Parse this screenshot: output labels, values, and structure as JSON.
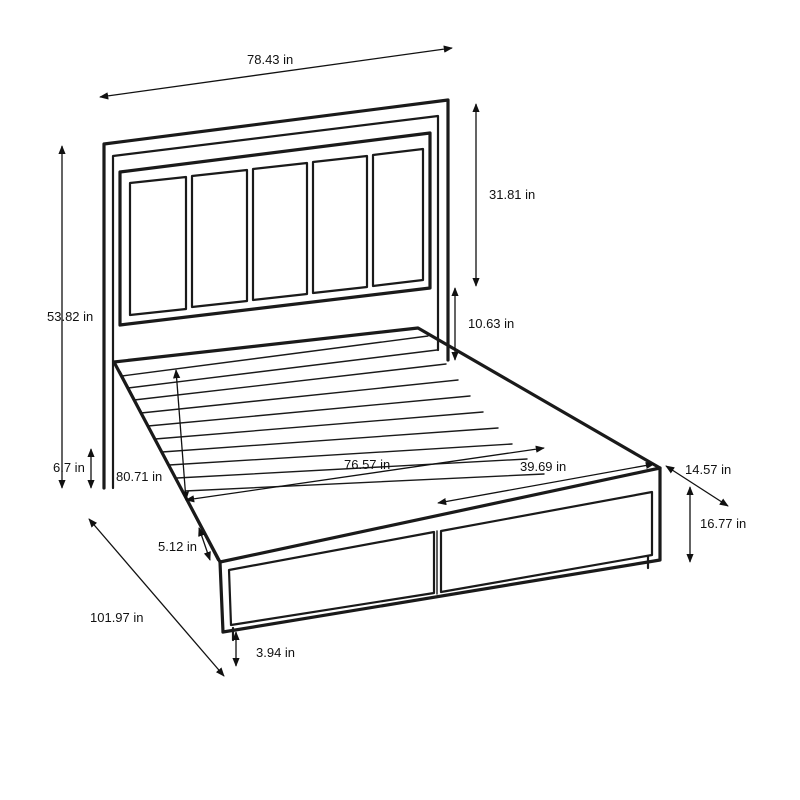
{
  "colors": {
    "line": "#1a1a1a",
    "background": "#ffffff"
  },
  "dimensions": {
    "overall_width": "78.43 in",
    "headboard_panel_height": "31.81 in",
    "overall_height": "53.82 in",
    "headboard_to_frame": "10.63 in",
    "leg_clearance": "6.7 in",
    "inner_length": "80.71 in",
    "inner_width_diagonal": "76.57 in",
    "drawer_width": "39.69 in",
    "drawer_depth": "14.57 in",
    "drawer_height": "16.77 in",
    "side_rail": "5.12 in",
    "overall_length": "101.97 in",
    "floor_clearance": "3.94 in"
  }
}
